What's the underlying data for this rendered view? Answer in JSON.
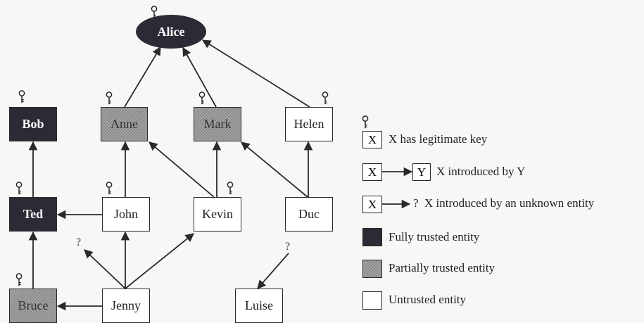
{
  "nodes": {
    "alice": {
      "label": "Alice",
      "trust": "full"
    },
    "bob": {
      "label": "Bob",
      "trust": "full"
    },
    "anne": {
      "label": "Anne",
      "trust": "partial"
    },
    "mark": {
      "label": "Mark",
      "trust": "partial"
    },
    "helen": {
      "label": "Helen",
      "trust": "untrusted"
    },
    "ted": {
      "label": "Ted",
      "trust": "full"
    },
    "john": {
      "label": "John",
      "trust": "untrusted"
    },
    "kevin": {
      "label": "Kevin",
      "trust": "untrusted"
    },
    "duc": {
      "label": "Duc",
      "trust": "untrusted"
    },
    "bruce": {
      "label": "Bruce",
      "trust": "partial"
    },
    "jenny": {
      "label": "Jenny",
      "trust": "untrusted"
    },
    "luise": {
      "label": "Luise",
      "trust": "untrusted"
    }
  },
  "unknown_marker": "?",
  "legend": {
    "key_box_x": "X",
    "key_label": "X has legitimate key",
    "intro_x": "X",
    "intro_y": "Y",
    "intro_label": "X introduced by Y",
    "unknown_x": "X",
    "unknown_q": "?",
    "unknown_label": "X introduced by an unknown entity",
    "full_label": "Fully trusted entity",
    "partial_label": "Partially trusted entity",
    "untrusted_label": "Untrusted entity"
  },
  "colors": {
    "full": "#2b2b35",
    "partial": "#9a9a9a",
    "untrusted": "#ffffff",
    "line": "#2a2a2a"
  }
}
